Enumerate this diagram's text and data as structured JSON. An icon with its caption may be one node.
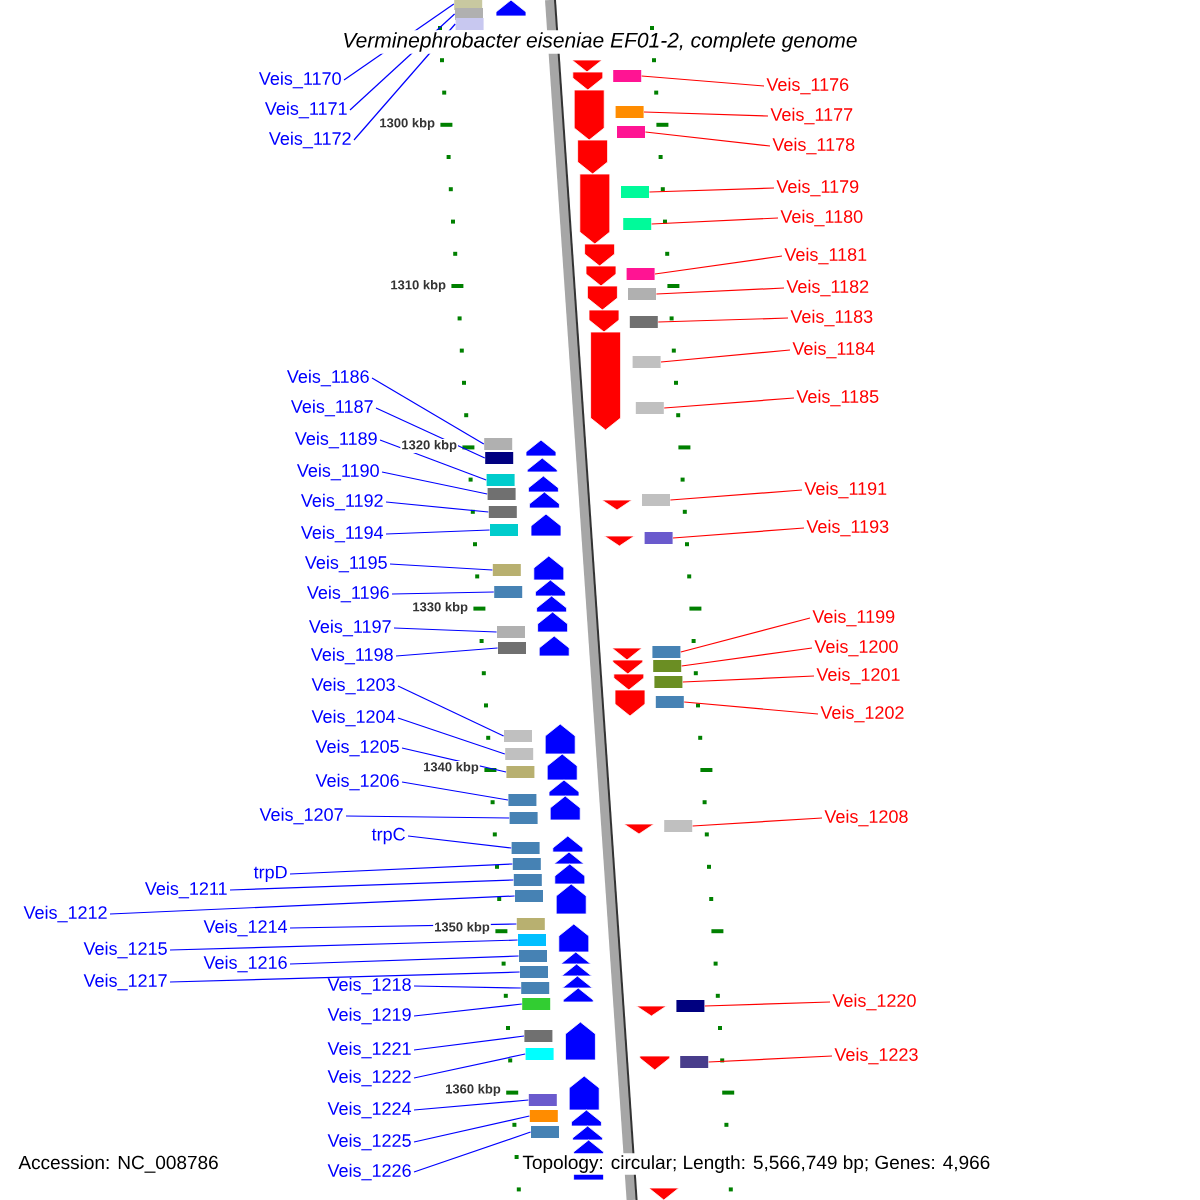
{
  "diagram": {
    "title": "Verminephrobacter eiseniae EF01-2, complete genome",
    "nodes": [
      {
        "text": [
          "Veis_1170"
        ]
      },
      {
        "text": [
          "Veis_1171"
        ]
      },
      {
        "text": [
          "Veis_1172"
        ]
      },
      {
        "text": [
          "Veis_1176"
        ]
      },
      {
        "text": [
          "Veis_1177"
        ]
      },
      {
        "text": [
          "Veis_1178"
        ]
      },
      {
        "text": [
          "Veis_1179"
        ]
      },
      {
        "text": [
          "Veis_1180"
        ]
      },
      {
        "text": [
          "Veis_1181"
        ]
      },
      {
        "text": [
          "Veis_1182"
        ]
      },
      {
        "text": [
          "Veis_1183"
        ]
      },
      {
        "text": [
          "Veis_1184"
        ]
      },
      {
        "text": [
          "Veis_1185"
        ]
      },
      {
        "text": [
          "Veis_1186"
        ]
      },
      {
        "text": [
          "Veis_1187"
        ]
      },
      {
        "text": [
          "Veis_1189"
        ]
      },
      {
        "text": [
          "Veis_1190"
        ]
      },
      {
        "text": [
          "Veis_1191"
        ]
      },
      {
        "text": [
          "Veis_1192"
        ]
      },
      {
        "text": [
          "Veis_1193"
        ]
      },
      {
        "text": [
          "Veis_1194"
        ]
      },
      {
        "text": [
          "Veis_1195"
        ]
      },
      {
        "text": [
          "Veis_1196"
        ]
      },
      {
        "text": [
          "Veis_1197"
        ]
      },
      {
        "text": [
          "Veis_1198"
        ]
      },
      {
        "text": [
          "Veis_1199"
        ]
      },
      {
        "text": [
          "Veis_1203"
        ]
      },
      {
        "text": [
          "Veis_1200"
        ]
      },
      {
        "text": [
          "Veis_1201"
        ]
      },
      {
        "text": [
          "Veis_1204"
        ]
      },
      {
        "text": [
          "Veis_1202"
        ]
      },
      {
        "text": [
          "Veis_1205"
        ]
      },
      {
        "text": [
          "Veis_1206"
        ]
      },
      {
        "text": [
          "Veis_1207"
        ]
      },
      {
        "text": [
          "Veis_1208"
        ]
      },
      {
        "text": [
          "trpC"
        ]
      },
      {
        "text": [
          "trpD"
        ]
      },
      {
        "text": [
          "Veis_1211"
        ]
      },
      {
        "text": [
          "Veis_1212"
        ]
      },
      {
        "text": [
          "Veis_1214"
        ]
      },
      {
        "text": [
          "Veis_1215"
        ]
      },
      {
        "text": [
          "Veis_1216"
        ]
      },
      {
        "text": [
          "Veis_1217"
        ]
      },
      {
        "text": [
          "Veis_1218"
        ]
      },
      {
        "text": [
          "Veis_1220"
        ]
      },
      {
        "text": [
          "Veis_1219"
        ]
      },
      {
        "text": [
          "Veis_1221"
        ]
      },
      {
        "text": [
          "Veis_1223"
        ]
      },
      {
        "text": [
          "Veis_1222"
        ]
      },
      {
        "text": [
          "Veis_1224"
        ]
      },
      {
        "text": [
          "Veis_1225"
        ]
      },
      {
        "text": [
          "Veis_1226"
        ]
      },
      {
        "text": [],
        "shape": "box"
      },
      {
        "text": [],
        "shape": "box"
      },
      {
        "text": [],
        "shape": "box"
      },
      {
        "text": [],
        "shape": "box"
      },
      {
        "text": [],
        "shape": "box"
      },
      {
        "text": [],
        "shape": "box"
      },
      {
        "text": [],
        "shape": "box"
      },
      {
        "text": [],
        "shape": "box"
      },
      {
        "text": [],
        "shape": "box"
      },
      {
        "text": [],
        "shape": "box"
      },
      {
        "text": [],
        "shape": "box"
      },
      {
        "text": [],
        "shape": "box"
      },
      {
        "text": [],
        "shape": "box"
      },
      {
        "text": [],
        "shape": "box"
      },
      {
        "text": [],
        "shape": "box"
      },
      {
        "text": [],
        "shape": "box"
      },
      {
        "text": [],
        "shape": "box"
      },
      {
        "text": [],
        "shape": "box"
      },
      {
        "text": [],
        "shape": "box"
      },
      {
        "text": [],
        "shape": "box"
      },
      {
        "text": [],
        "shape": "box"
      },
      {
        "text": [],
        "shape": "box"
      },
      {
        "text": [],
        "shape": "box"
      },
      {
        "text": [],
        "shape": "box"
      },
      {
        "text": [],
        "shape": "box"
      },
      {
        "text": [],
        "shape": "box"
      },
      {
        "text": [],
        "shape": "box"
      },
      {
        "text": [],
        "shape": "box"
      },
      {
        "text": [],
        "shape": "box"
      },
      {
        "text": [],
        "shape": "box"
      },
      {
        "text": [],
        "shape": "box"
      },
      {
        "text": [],
        "shape": "box"
      },
      {
        "text": [],
        "shape": "box"
      },
      {
        "text": [],
        "shape": "box"
      },
      {
        "text": [],
        "shape": "box"
      },
      {
        "text": [],
        "shape": "box"
      },
      {
        "text": [],
        "shape": "box"
      },
      {
        "text": [],
        "shape": "box"
      },
      {
        "text": [],
        "shape": "box"
      },
      {
        "text": [],
        "shape": "box"
      },
      {
        "text": [],
        "shape": "box"
      },
      {
        "text": [],
        "shape": "box"
      },
      {
        "text": [],
        "shape": "box"
      },
      {
        "text": [],
        "shape": "box"
      },
      {
        "text": [],
        "shape": "box"
      },
      {
        "text": [],
        "shape": "box"
      },
      {
        "text": [],
        "shape": "box"
      },
      {
        "text": [],
        "shape": "box"
      },
      {
        "text": [],
        "shape": "box"
      },
      {
        "text": [],
        "shape": "box"
      },
      {
        "text": [],
        "shape": "box"
      },
      {
        "text": [],
        "shape": "box"
      }
    ],
    "edges": [
      {
        "from": 0,
        "to": 52,
        "arrow": "none"
      },
      {
        "from": 1,
        "to": 53,
        "arrow": "none"
      },
      {
        "from": 2,
        "to": 54,
        "arrow": "none"
      },
      {
        "from": 3,
        "to": 55,
        "arrow": "none",
        "color": "#ff0000"
      },
      {
        "from": 4,
        "to": 56,
        "arrow": "none",
        "color": "#ff0000"
      },
      {
        "from": 5,
        "to": 57,
        "arrow": "none",
        "color": "#ff0000"
      },
      {
        "from": 6,
        "to": 58,
        "arrow": "none",
        "color": "#ff0000"
      },
      {
        "from": 7,
        "to": 59,
        "arrow": "none",
        "color": "#ff0000"
      },
      {
        "from": 8,
        "to": 60,
        "arrow": "none",
        "color": "#ff0000"
      },
      {
        "from": 9,
        "to": 61,
        "arrow": "none",
        "color": "#ff0000"
      },
      {
        "from": 10,
        "to": 62,
        "arrow": "none",
        "color": "#ff0000"
      },
      {
        "from": 11,
        "to": 63,
        "arrow": "none",
        "color": "#ff0000"
      },
      {
        "from": 12,
        "to": 64,
        "arrow": "none",
        "color": "#ff0000"
      },
      {
        "from": 13,
        "to": 65,
        "arrow": "none"
      },
      {
        "from": 14,
        "to": 66,
        "arrow": "none"
      },
      {
        "from": 15,
        "to": 67,
        "arrow": "none"
      },
      {
        "from": 16,
        "to": 68,
        "arrow": "none"
      },
      {
        "from": 17,
        "to": 69,
        "arrow": "none",
        "color": "#ff0000"
      },
      {
        "from": 18,
        "to": 70,
        "arrow": "none"
      },
      {
        "from": 19,
        "to": 71,
        "arrow": "none",
        "color": "#ff0000"
      },
      {
        "from": 20,
        "to": 72,
        "arrow": "none"
      },
      {
        "from": 21,
        "to": 73,
        "arrow": "none"
      },
      {
        "from": 22,
        "to": 74,
        "arrow": "none"
      },
      {
        "from": 23,
        "to": 75,
        "arrow": "none"
      },
      {
        "from": 24,
        "to": 76,
        "arrow": "none"
      },
      {
        "from": 25,
        "to": 77,
        "arrow": "none",
        "color": "#ff0000"
      },
      {
        "from": 26,
        "to": 78,
        "arrow": "none"
      },
      {
        "from": 27,
        "to": 79,
        "arrow": "none",
        "color": "#ff0000"
      },
      {
        "from": 28,
        "to": 80,
        "arrow": "none",
        "color": "#ff0000"
      },
      {
        "from": 29,
        "to": 81,
        "arrow": "none"
      },
      {
        "from": 30,
        "to": 82,
        "arrow": "none",
        "color": "#ff0000"
      },
      {
        "from": 31,
        "to": 83,
        "arrow": "none"
      },
      {
        "from": 32,
        "to": 84,
        "arrow": "none"
      },
      {
        "from": 33,
        "to": 85,
        "arrow": "none"
      },
      {
        "from": 34,
        "to": 86,
        "arrow": "none",
        "color": "#ff0000"
      },
      {
        "from": 35,
        "to": 87,
        "arrow": "none"
      },
      {
        "from": 36,
        "to": 88,
        "arrow": "none"
      },
      {
        "from": 37,
        "to": 89,
        "arrow": "none"
      },
      {
        "from": 38,
        "to": 90,
        "arrow": "none"
      },
      {
        "from": 39,
        "to": 91,
        "arrow": "none"
      },
      {
        "from": 40,
        "to": 92,
        "arrow": "none"
      },
      {
        "from": 41,
        "to": 93,
        "arrow": "none"
      },
      {
        "from": 42,
        "to": 94,
        "arrow": "none"
      },
      {
        "from": 43,
        "to": 95,
        "arrow": "none"
      },
      {
        "from": 44,
        "to": 96,
        "arrow": "none",
        "color": "#ff0000"
      },
      {
        "from": 45,
        "to": 97,
        "arrow": "none"
      },
      {
        "from": 46,
        "to": 98,
        "arrow": "none"
      },
      {
        "from": 47,
        "to": 99,
        "arrow": "none",
        "color": "#ff0000"
      },
      {
        "from": 48,
        "to": 100,
        "arrow": "none"
      },
      {
        "from": 49,
        "to": 101,
        "arrow": "none"
      },
      {
        "from": 50,
        "to": 102,
        "arrow": "none"
      },
      {
        "from": 51,
        "to": 103,
        "arrow": "none"
      }
    ],
    "labels": [
      "1300 kbp",
      "1310 kbp",
      "1320 kbp",
      "1330 kbp",
      "1340 kbp",
      "1350 kbp",
      "1360 kbp",
      "Accession: NC_008786",
      "Topology: circular; Length: 5,566,749 bp; Genes: 4,966"
    ]
  }
}
